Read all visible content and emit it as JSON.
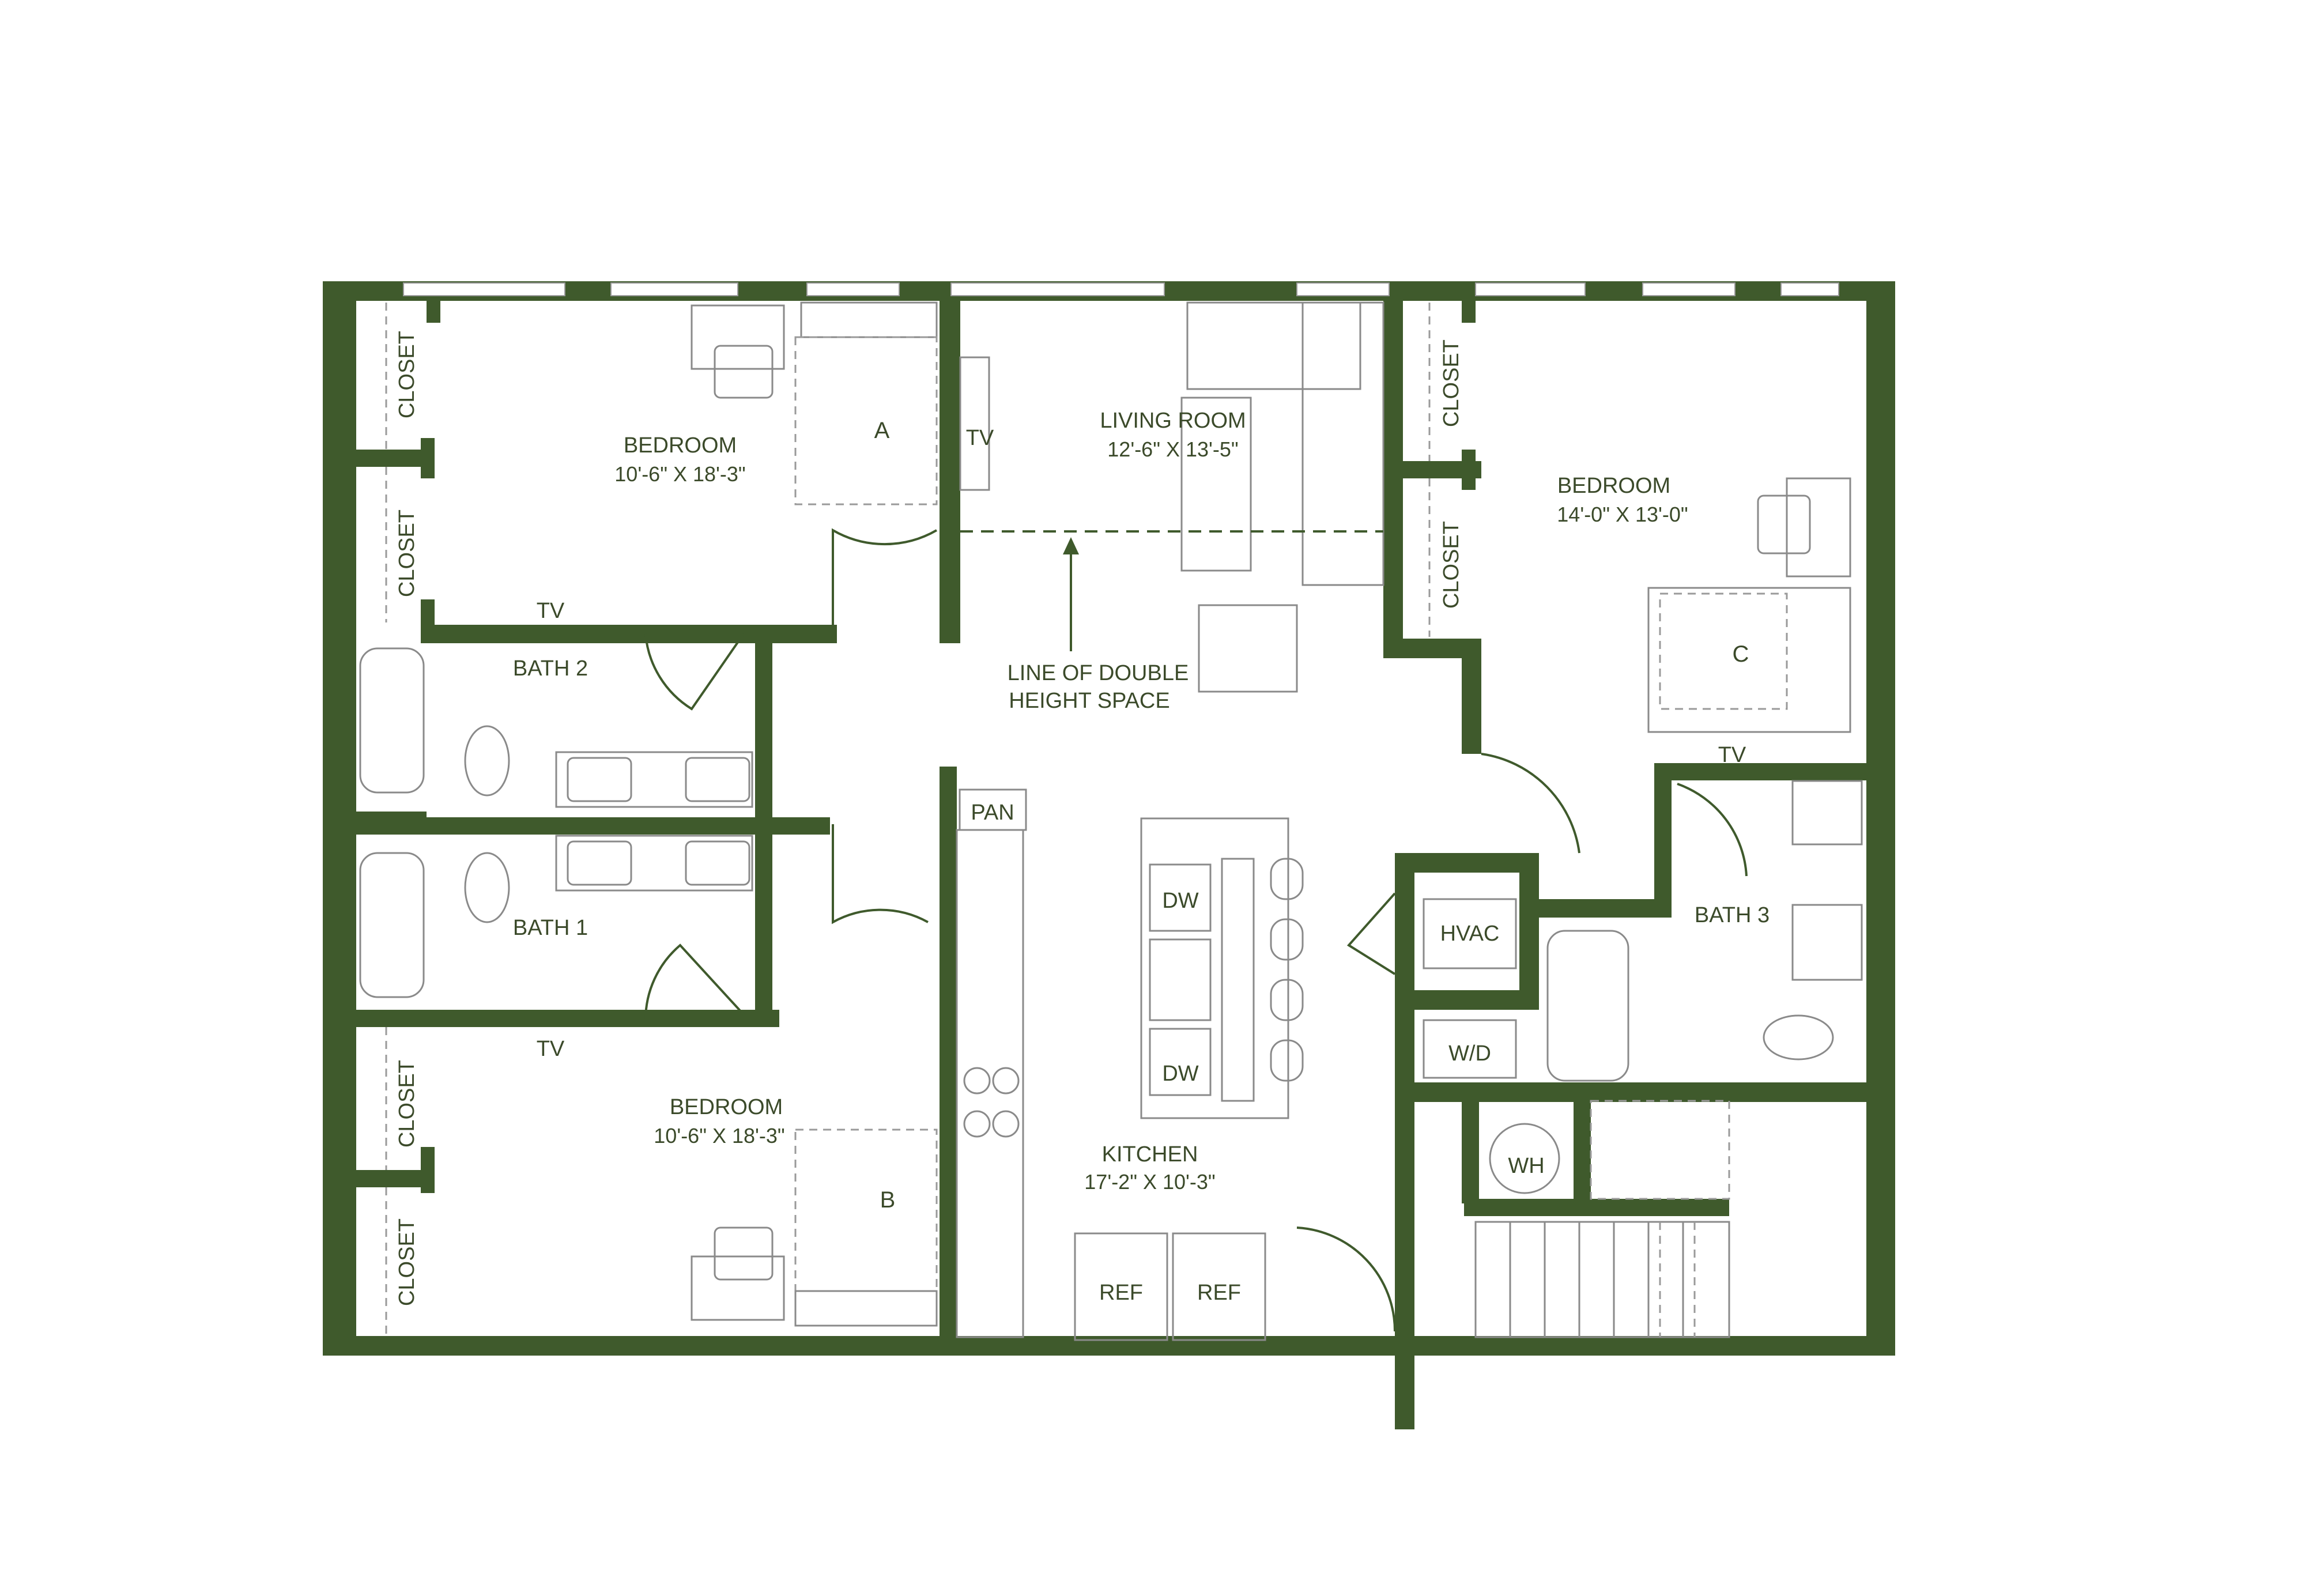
{
  "colors": {
    "wall": "#3f5a2c",
    "label": "#3b4a2a",
    "fixture": "#8a8a8a",
    "background": "#ffffff"
  },
  "rooms": {
    "bedroom_a": {
      "name": "BEDROOM",
      "dims": "10'-6\" X 18'-3\"",
      "letter": "A"
    },
    "bedroom_b": {
      "name": "BEDROOM",
      "dims": "10'-6\" X 18'-3\"",
      "letter": "B"
    },
    "bedroom_c": {
      "name": "BEDROOM",
      "dims": "14'-0\" X 13'-0\"",
      "letter": "C"
    },
    "living": {
      "name": "LIVING ROOM",
      "dims": "12'-6\" X  13'-5\""
    },
    "kitchen": {
      "name": "KITCHEN",
      "dims": "17'-2\" X  10'-3\""
    },
    "bath1": {
      "name": "BATH 1"
    },
    "bath2": {
      "name": "BATH 2"
    },
    "bath3": {
      "name": "BATH 3"
    }
  },
  "labels": {
    "closet": "CLOSET",
    "tv": "TV",
    "pan": "PAN",
    "dw": "DW",
    "ref": "REF",
    "hvac": "HVAC",
    "wd": "W/D",
    "wh": "WH",
    "double_height_line1": "LINE OF DOUBLE",
    "double_height_line2": "HEIGHT SPACE"
  }
}
